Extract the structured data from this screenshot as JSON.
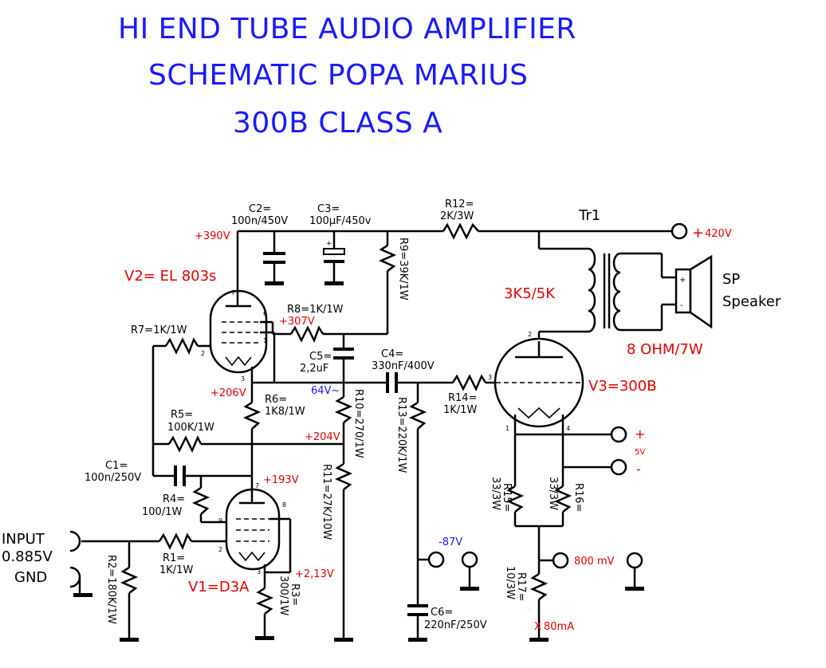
{
  "title": {
    "line1": "HI END TUBE AUDIO AMPLIFIER",
    "line2": "SCHEMATIC   POPA MARIUS",
    "line3": "300B CLASS A"
  },
  "colors": {
    "title": "#1a1aff",
    "red_label": "#e00000",
    "blue_label": "#1a1aff",
    "wire": "#000000"
  },
  "components": {
    "c2": "C2=",
    "c2_val": "100n/450V",
    "c3": "C3=",
    "c3_val": "100µF/450v",
    "r12": "R12=",
    "r12_val": "2K/3W",
    "tr1": "Tr1",
    "r9": "R9=39K/1W",
    "r8": "R8=1K/1W",
    "r7": "R7=1K/1W",
    "c5": "C5=",
    "c5_val": "2,2uF",
    "c4": "C4=",
    "c4_val": "330nF/400V",
    "r6": "R6=",
    "r6_val": "1K8/1W",
    "r5": "R5=",
    "r5_val": "100K/1W",
    "r10": "R10=270/1W",
    "r13": "R13=220K/1W",
    "r14": "R14=",
    "r14_val": "1K/1W",
    "c1": "C1=",
    "c1_val": "100n/250V",
    "r4": "R4=",
    "r4_val": "100/1W",
    "r11": "R11=27K/10W",
    "r1": "R1=",
    "r1_val": "1K/1W",
    "r2": "R2=180K/1W",
    "r3": "R3=",
    "r3_val": "300/1W",
    "c6": "C6=",
    "c6_val": "220nF/250V",
    "r15": "R15=",
    "r15_val": "33/3W",
    "r16": "R16=",
    "r16_val": "33/3W",
    "r17": "R17=",
    "r17_val": "10/3W"
  },
  "tubes": {
    "v2": "V2= EL 803s",
    "v1": "V1=D3A",
    "v3": "V3=300B",
    "xfmr_imp": "3K5/5K",
    "speaker_spec": "8 OHM/7W"
  },
  "voltages": {
    "v390": "+390V",
    "v420_plus": "+",
    "v420": "420V",
    "v307": "+307V",
    "v206": "+206V",
    "v64": "64V~",
    "v204": "+204V",
    "v193": "+193V",
    "v213": "+2,13V",
    "vneg87": "-87V",
    "v5plus": "+",
    "v5": "5V",
    "v5minus": "-",
    "mv800": "800 mV",
    "ma80_x": "X",
    "ma80": "80mA"
  },
  "io": {
    "input": "INPUT",
    "input_level": "0.885V",
    "gnd": "GND",
    "sp": "SP",
    "speaker": "Speaker"
  },
  "pins": {
    "v2_7": "7",
    "v2_6": "6",
    "v2_1": "1",
    "v2_2": "2",
    "v2_3": "3",
    "v1_7": "7",
    "v1_8": "8",
    "v1_9": "9",
    "v1_2": "2",
    "v1_3": "3",
    "v3_2": "2",
    "v3_3": "3",
    "v3_1": "1",
    "v3_4": "4"
  },
  "speaker_polarity": {
    "plus": "+",
    "minus": "-"
  }
}
